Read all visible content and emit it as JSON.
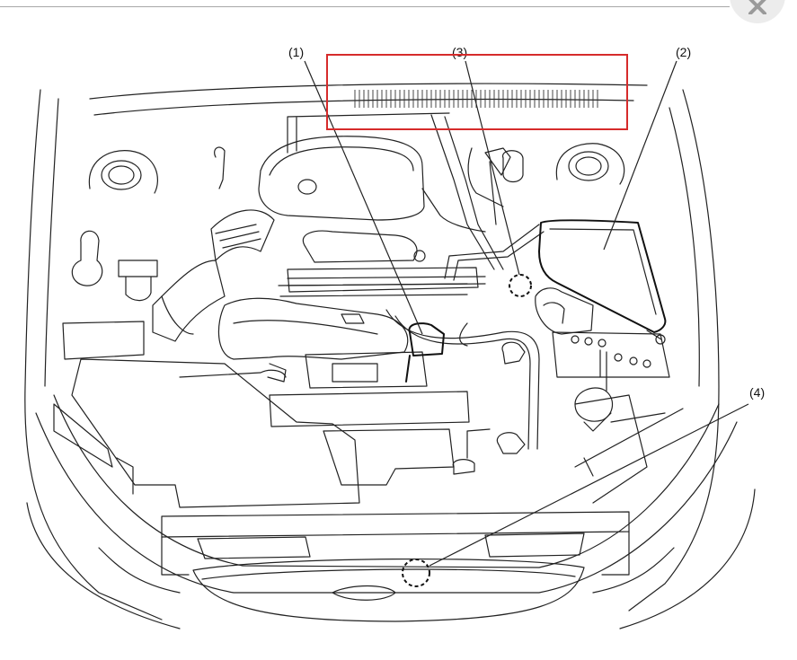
{
  "window": {
    "close_icon": "close-icon"
  },
  "diagram": {
    "callouts": [
      {
        "id": "1",
        "label": "(1)"
      },
      {
        "id": "2",
        "label": "(2)"
      },
      {
        "id": "3",
        "label": "(3)"
      },
      {
        "id": "4",
        "label": "(4)"
      }
    ],
    "highlight_color": "#d62b2b",
    "line_color": "#222222"
  }
}
